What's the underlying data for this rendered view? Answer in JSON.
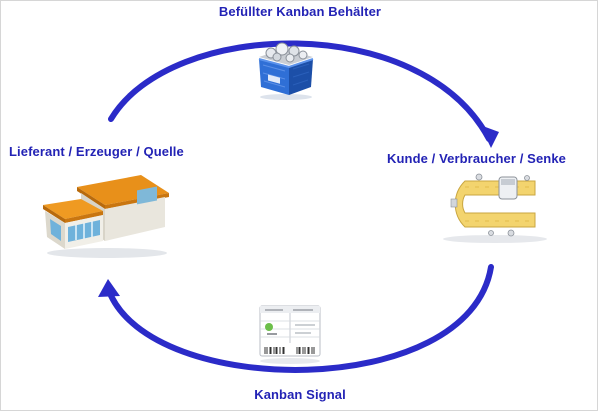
{
  "title": "Befüllter Kanban Behälter",
  "left_label": "Lieferant / Erzeuger / Quelle",
  "right_label": "Kunde / Verbraucher / Senke",
  "bottom_label": "Kanban Signal",
  "colors": {
    "arrow": "#2b2bc8",
    "label": "#2323b5",
    "container": "#2b6fd8",
    "roof": "#e08a12",
    "conveyor": "#f2d36b"
  }
}
